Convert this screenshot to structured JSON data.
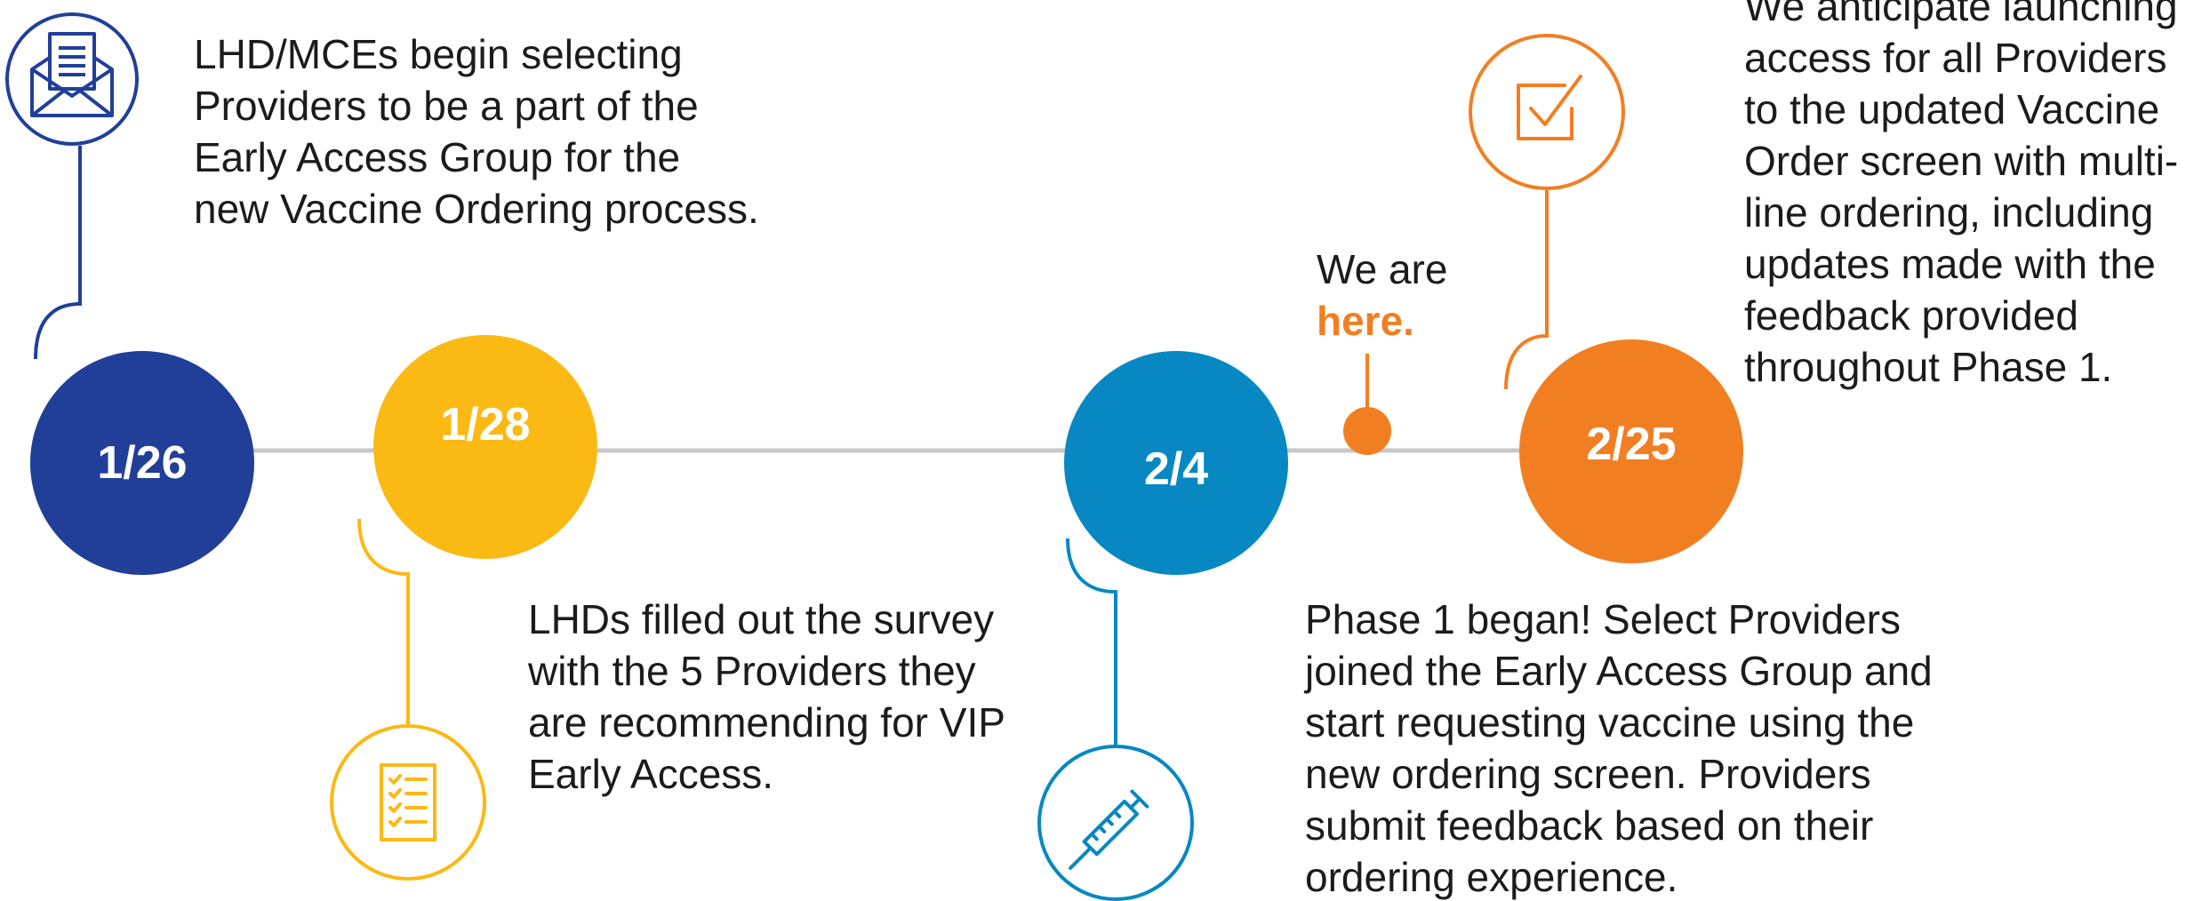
{
  "colors": {
    "navy": "#213f99",
    "yellow": "#fbb914",
    "blue": "#0788c2",
    "orange": "#f17f22",
    "timeline": "#c8c8c8",
    "text": "#1b1b1b"
  },
  "milestones": [
    {
      "date": "1/26",
      "icon": "envelope-document-icon",
      "text": "LHD/MCEs begin selecting Providers to be a part of the Early Access Group for the new Vaccine Ordering process."
    },
    {
      "date": "1/28",
      "icon": "checklist-icon",
      "text": "LHDs filled out the survey with the 5 Providers they are recommending for VIP Early Access."
    },
    {
      "date": "2/4",
      "icon": "syringe-icon",
      "text": "Phase 1 began! Select Providers joined the Early Access Group and start requesting vaccine using the new ordering screen. Providers submit feedback based on their ordering experience."
    },
    {
      "date": "2/25",
      "icon": "checkbox-icon",
      "text": "We anticipate launching access for all Providers to the updated Vaccine Order screen with multi-line ordering, including updates made with the feedback provided throughout Phase 1."
    }
  ],
  "current_marker": {
    "prefix": "We are",
    "emphasis": "here."
  }
}
